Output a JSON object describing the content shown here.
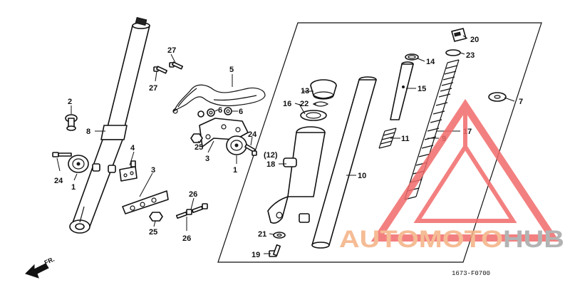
{
  "callouts": {
    "c1a": "1",
    "c1b": "1",
    "c2": "2",
    "c3a": "3",
    "c3b": "3",
    "c4": "4",
    "c5": "5",
    "c6a": "6",
    "c6b": "6",
    "c7": "7",
    "c8": "8",
    "c9": "9",
    "c10": "10",
    "c11": "11",
    "c12": "(12)",
    "c13": "13",
    "c14": "14",
    "c15": "15",
    "c16": "16",
    "c17": "17",
    "c18": "18",
    "c19": "19",
    "c20": "20",
    "c21": "21",
    "c22": "22",
    "c23": "23",
    "c24a": "24",
    "c24b": "24",
    "c25a": "25",
    "c25b": "25",
    "c26a": "26",
    "c26b": "26",
    "c27a": "27",
    "c27b": "27"
  },
  "direction_label": "FR.",
  "drawing_code": "1673-F0700",
  "watermark": {
    "part1": "AUTOMOTO",
    "part2": "HUB",
    "color_primary": "#f4b183",
    "color_secondary": "#a6a6a6",
    "triangle_color": "#f26b6b"
  }
}
